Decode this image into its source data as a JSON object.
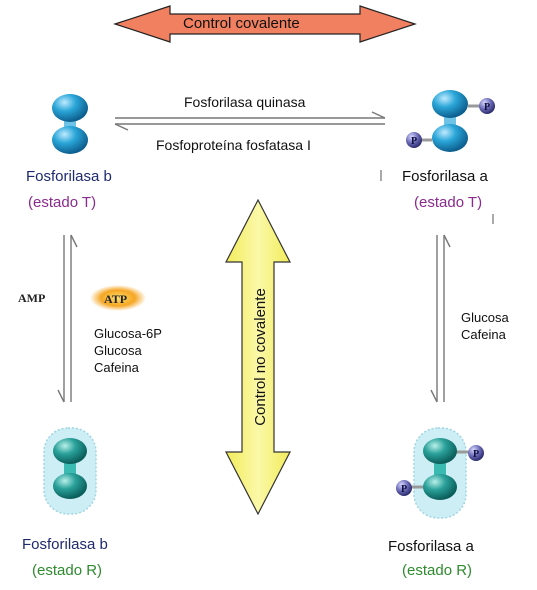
{
  "top_arrow": {
    "label": "Control covalente",
    "color": "#f08060"
  },
  "center_arrow": {
    "label": "Control no covalente",
    "color": "#f7f27a"
  },
  "enzymes": {
    "kinase": "Fosforilasa quinasa",
    "phosphatase": "Fosfoproteína fosfatasa I"
  },
  "states": {
    "b_T": {
      "name": "Fosforilasa b",
      "state": "(estado T)"
    },
    "a_T": {
      "name": "Fosforilasa a",
      "state": "(estado T)"
    },
    "b_R": {
      "name": "Fosforilasa b",
      "state": "(estado R)"
    },
    "a_R": {
      "name": "Fosforilasa a",
      "state": "(estado R)"
    }
  },
  "left_effectors": {
    "activator": "AMP",
    "atp": "ATP",
    "inhibitors": [
      "Glucosa-6P",
      "Glucosa",
      "Cafeina"
    ]
  },
  "right_effectors": [
    "Glucosa",
    "Cafeina"
  ],
  "phosphate_label": "P",
  "colors": {
    "subunit": "#2aa6d8",
    "subunit_R": "#2aa19a",
    "phosphate": "#5a5aa0",
    "halo": "#cdeef5",
    "atp_glow": "#f5a623"
  }
}
